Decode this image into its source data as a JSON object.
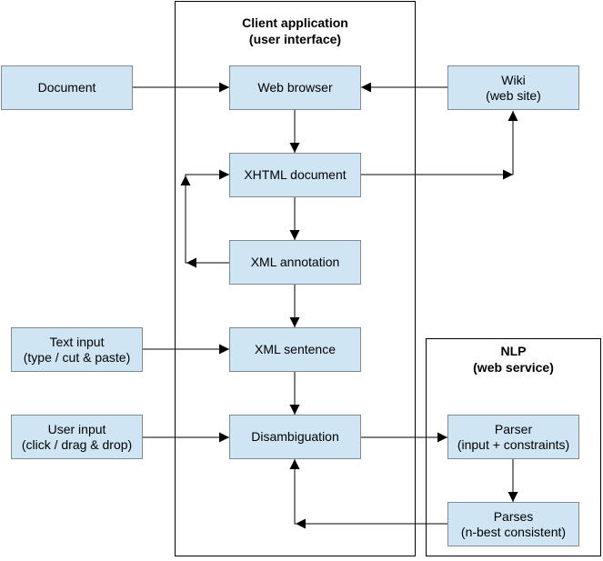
{
  "client": {
    "title_line1": "Client application",
    "title_line2": "(user interface)"
  },
  "nlp": {
    "title_line1": "NLP",
    "title_line2": "(web service)"
  },
  "boxes": {
    "document": {
      "label": "Document"
    },
    "text_input": {
      "line1": "Text input",
      "line2": "(type / cut & paste)"
    },
    "user_input": {
      "line1": "User input",
      "line2": "(click / drag & drop)"
    },
    "web_browser": {
      "label": "Web browser"
    },
    "xhtml_document": {
      "label": "XHTML document"
    },
    "xml_annotation": {
      "label": "XML annotation"
    },
    "xml_sentence": {
      "label": "XML sentence"
    },
    "disambiguation": {
      "label": "Disambiguation"
    },
    "wiki": {
      "line1": "Wiki",
      "line2": "(web site)"
    },
    "parser": {
      "line1": "Parser",
      "line2": "(input + constraints)"
    },
    "parses": {
      "line1": "Parses",
      "line2": "(n-best consistent)"
    }
  },
  "colors": {
    "box_fill": "#cfe5f4",
    "box_border": "#7f8a93",
    "line": "#000000"
  }
}
